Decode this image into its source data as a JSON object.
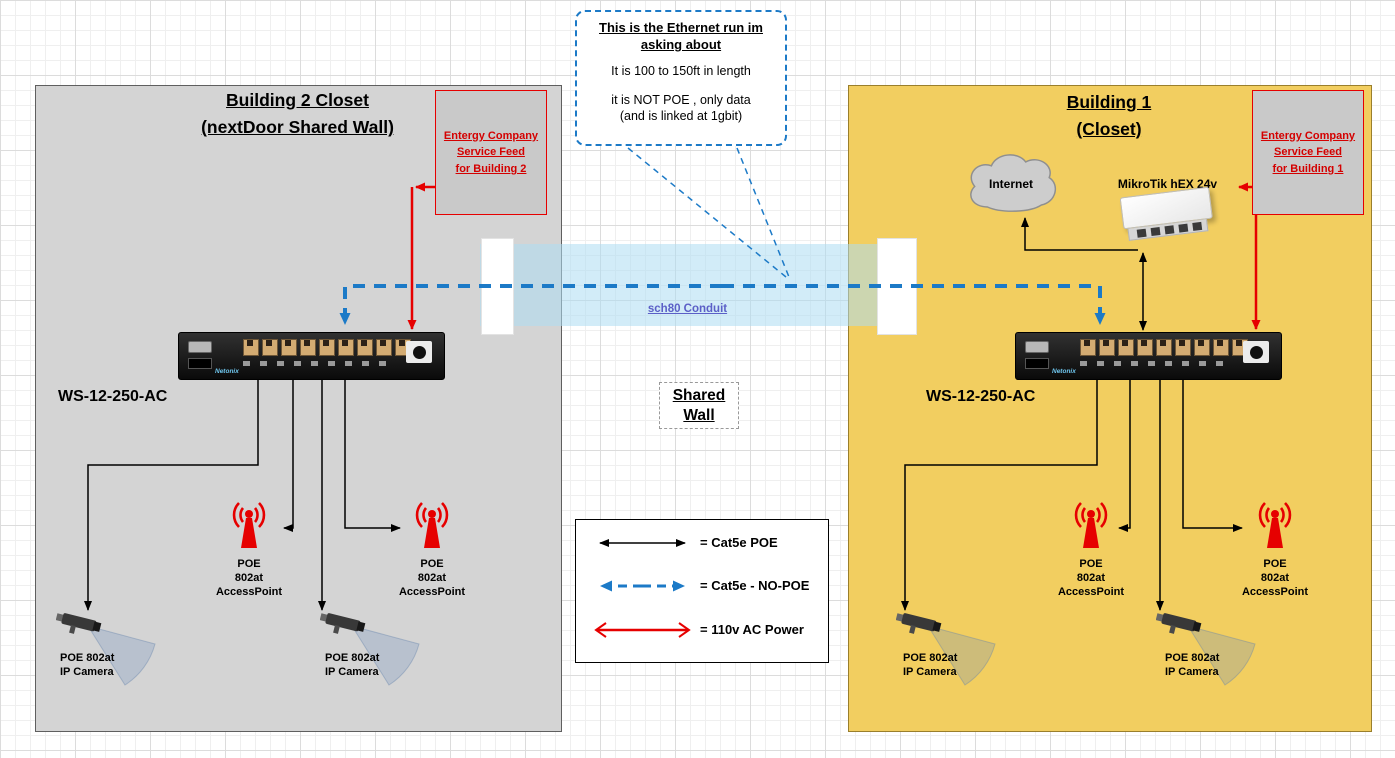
{
  "diagram": {
    "callout": {
      "heading": "This is the Ethernet run im asking about",
      "line1": "It is 100 to 150ft in length",
      "line2": "it is NOT POE , only data\n(and is linked at 1gbit)"
    },
    "conduit_label": "sch80 Conduit",
    "shared_wall_label": "Shared\nWall",
    "building2": {
      "title": "Building 2  Closet\n(nextDoor Shared Wall)",
      "entergy": "Entergy Company\nService Feed\nfor Building 2",
      "switch_label": "WS-12-250-AC"
    },
    "building1": {
      "title": "Building 1\n(Closet)",
      "entergy": "Entergy Company\nService Feed\nfor Building 1",
      "switch_label": "WS-12-250-AC",
      "internet_label": "Internet",
      "router_label": "MikroTik hEX 24v"
    },
    "labels": {
      "access_point": "POE\n802at\nAccessPoint",
      "ip_camera": "POE 802at\nIP Camera",
      "switch_brand": "Netonix"
    },
    "legend": {
      "items": [
        {
          "label": "= Cat5e POE"
        },
        {
          "label": "= Cat5e - NO-POE"
        },
        {
          "label": "= 110v AC Power"
        }
      ]
    },
    "colors": {
      "building1_fill": "#F2CE60",
      "building2_fill": "#D4D4D4",
      "ethernet_blue": "#1C7AC7",
      "power_red": "#E60000",
      "entergy_text": "#D40000",
      "conduit_fill": "#ADDCF2",
      "link_purple": "#5B5FC7"
    }
  }
}
